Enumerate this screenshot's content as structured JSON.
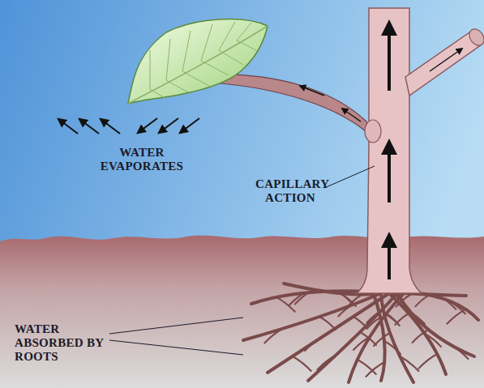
{
  "diagram": {
    "labels": [
      "WATER EVAPORATES",
      "CAPILLARY ACTION",
      "WATER ABSORBED BY ROOTS"
    ]
  }
}
